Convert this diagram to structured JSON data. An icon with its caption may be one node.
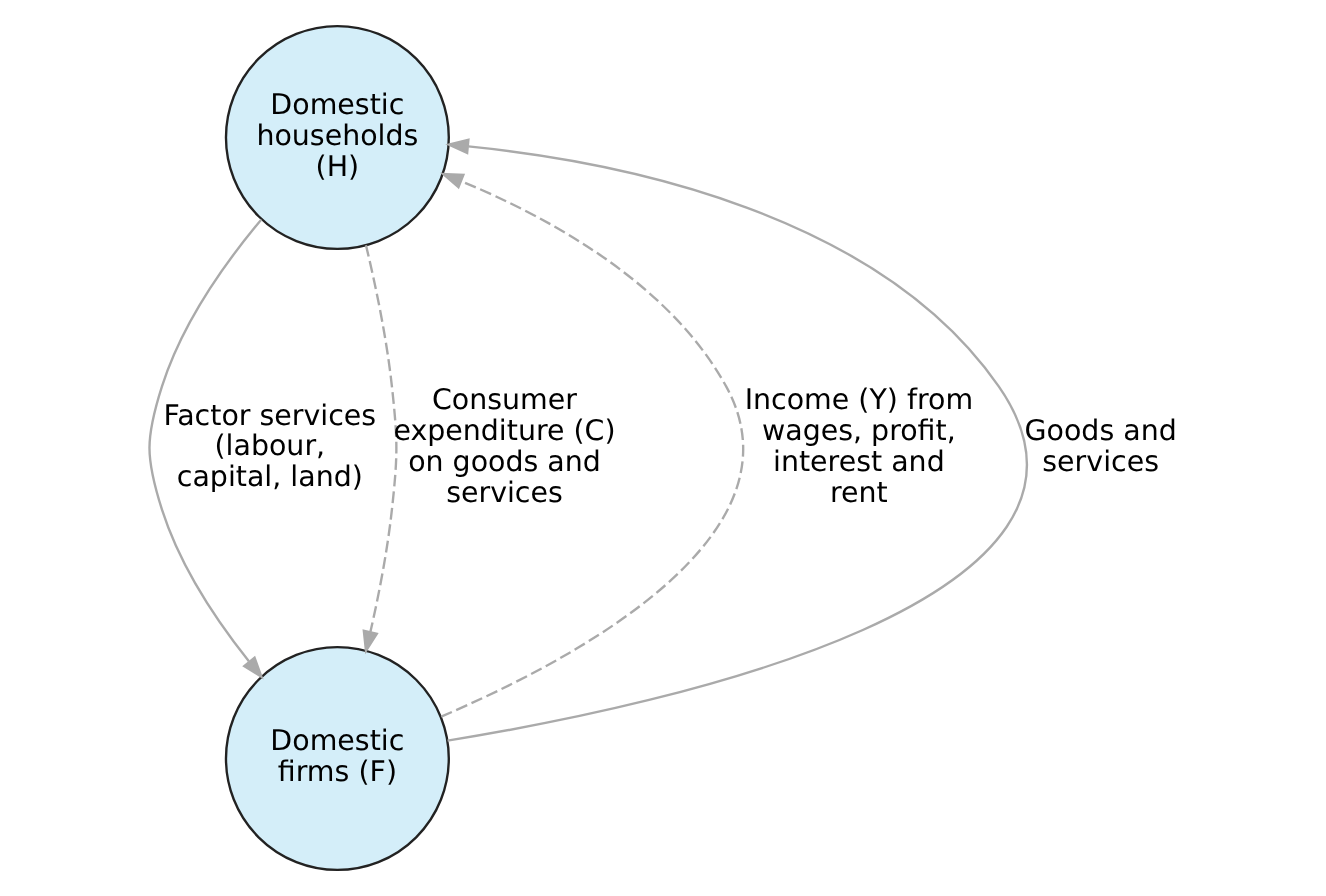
{
  "diagram": {
    "nodes": [
      {
        "text": [
          "Domestic households (H)"
        ]
      },
      {
        "text": [
          "Domestic firms (F)"
        ]
      }
    ],
    "edges": [
      {
        "from": 1,
        "to": 0,
        "arrow": "to",
        "style": "dashed",
        "label": "Income (Y) from wages, profit, interest and rent"
      },
      {
        "from": 1,
        "to": 0,
        "arrow": "to",
        "label": "Goods and services"
      },
      {
        "from": 0,
        "to": 1,
        "arrow": "to",
        "label": "Factor services (labour, capital, land)"
      },
      {
        "from": 0,
        "to": 1,
        "arrow": "to",
        "style": "dashed",
        "label": "Consumer expenditure (C) on goods and services"
      }
    ]
  }
}
